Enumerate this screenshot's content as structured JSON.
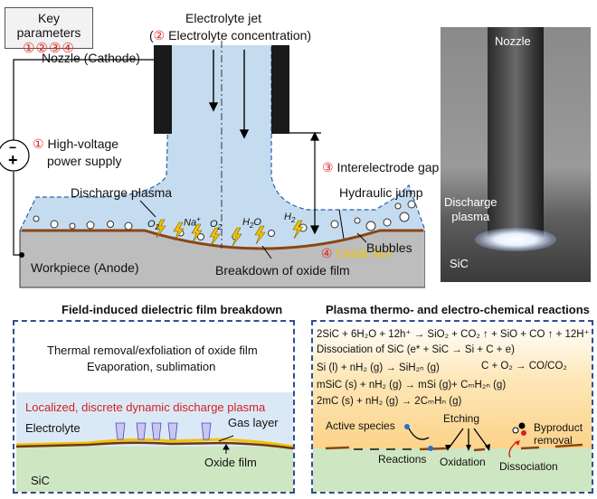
{
  "top": {
    "key_params": {
      "title": "Key parameters",
      "numbers": "①②③④"
    },
    "electrolyte_jet": "Electrolyte jet",
    "electrolyte_conc_prefix": "(",
    "electrolyte_conc_num": "②",
    "electrolyte_conc_text": " Electrolyte concentration)",
    "nozzle_cathode": "Nozzle (Cathode)",
    "power_num": "①",
    "power_line1": "High-voltage",
    "power_line2": "power supply",
    "gap_num": "③",
    "gap_text": "Interelectrode gap",
    "hydraulic_jump": "Hydraulic jump",
    "discharge_plasma": "Discharge plasma",
    "oxide_film_num": "④",
    "oxide_film_text": "Oxide film",
    "bubbles": "Bubbles",
    "workpiece": "Workpiece (Anode)",
    "breakdown": "Breakdown of oxide film",
    "species": {
      "o2a": "O",
      "o2a_sub": "2",
      "na": "Na",
      "na_sup": "+",
      "o2b": "O",
      "o2b_sub": "2",
      "h2o_h": "H",
      "h2o_sub": "2",
      "h2o_o": "O",
      "h2_h": "H",
      "h2_sub": "2"
    },
    "photo": {
      "nozzle": "Nozzle",
      "discharge_l1": "Discharge",
      "discharge_l2": "plasma",
      "sic": "SiC"
    }
  },
  "left_panel": {
    "title": "Field-induced dielectric film breakdown",
    "line1": "Thermal removal/exfoliation of oxide film",
    "line2": "Evaporation, sublimation",
    "localized": "Localized, discrete dynamic discharge plasma",
    "electrolyte": "Electrolyte",
    "gas_layer": "Gas layer",
    "oxide_film": "Oxide film",
    "sic": "SiC"
  },
  "right_panel": {
    "title": "Plasma thermo- and electro-chemical reactions",
    "eq1": "2SiC + 6H₂O + 12h⁺ → SiO₂ + CO₂ ↑ + SiO + CO ↑ + 12H⁺",
    "eq2": "Dissociation of SiC (e* + SiC → Si + C + e)",
    "eq3a": "Si (l) + nH₂ (g) → SiH₂ₙ (g)",
    "eq3b": "C + O₂ → CO/CO₂",
    "eq4": "mSiC (s) + nH₂ (g) → mSi (g)+ CₘH₂ₙ (g)",
    "eq5": "2mC (s) + nH₂ (g) → 2CₘHₙ (g)",
    "active_species": "Active species",
    "etching": "Etching",
    "byproduct_l1": "Byproduct",
    "byproduct_l2": "removal",
    "reactions": "Reactions",
    "oxidation": "Oxidation",
    "dissociation": "Dissociation"
  },
  "colors": {
    "electrolyte": "#c5dcf0",
    "nozzle": "#1a1a1a",
    "workpiece": "#bdbdbd",
    "oxide": "#8b4513",
    "red": "#e0251f",
    "yellow": "#ffd700",
    "sic_green": "#cfe6c3",
    "plasma_orange": "#fcd89a",
    "panel_border": "#2f4f8f"
  }
}
